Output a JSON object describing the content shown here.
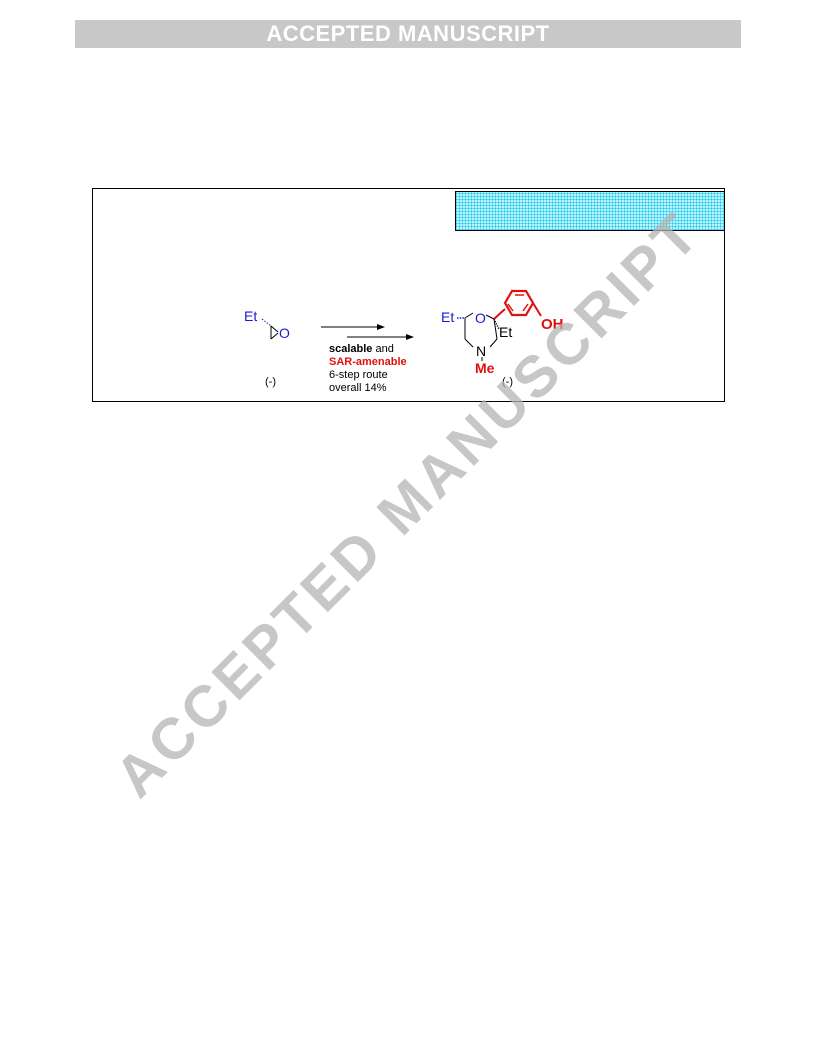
{
  "header": {
    "banner": "ACCEPTED MANUSCRIPT"
  },
  "scheme": {
    "start_material": {
      "substituent": "Et",
      "ring_atom": "O",
      "rotation": "(-)"
    },
    "conditions": {
      "line1_bold": "scalable",
      "line1_rest": " and",
      "line2": "SAR-amenable",
      "line3": "6-step route",
      "line4": "overall 14%"
    },
    "product": {
      "left_substituent": "Et",
      "ring_oxygen": "O",
      "right_substituent": "Et",
      "ring_nitrogen": "N",
      "n_substituent": "Me",
      "hydroxyl": "OH",
      "rotation": "(-)"
    }
  },
  "watermark": "ACCEPTED MANUSCRIPT",
  "colors": {
    "banner": "#c8c8c8",
    "blue": "#1a1ad6",
    "red": "#e01010",
    "hatch": "#bff5ff"
  }
}
